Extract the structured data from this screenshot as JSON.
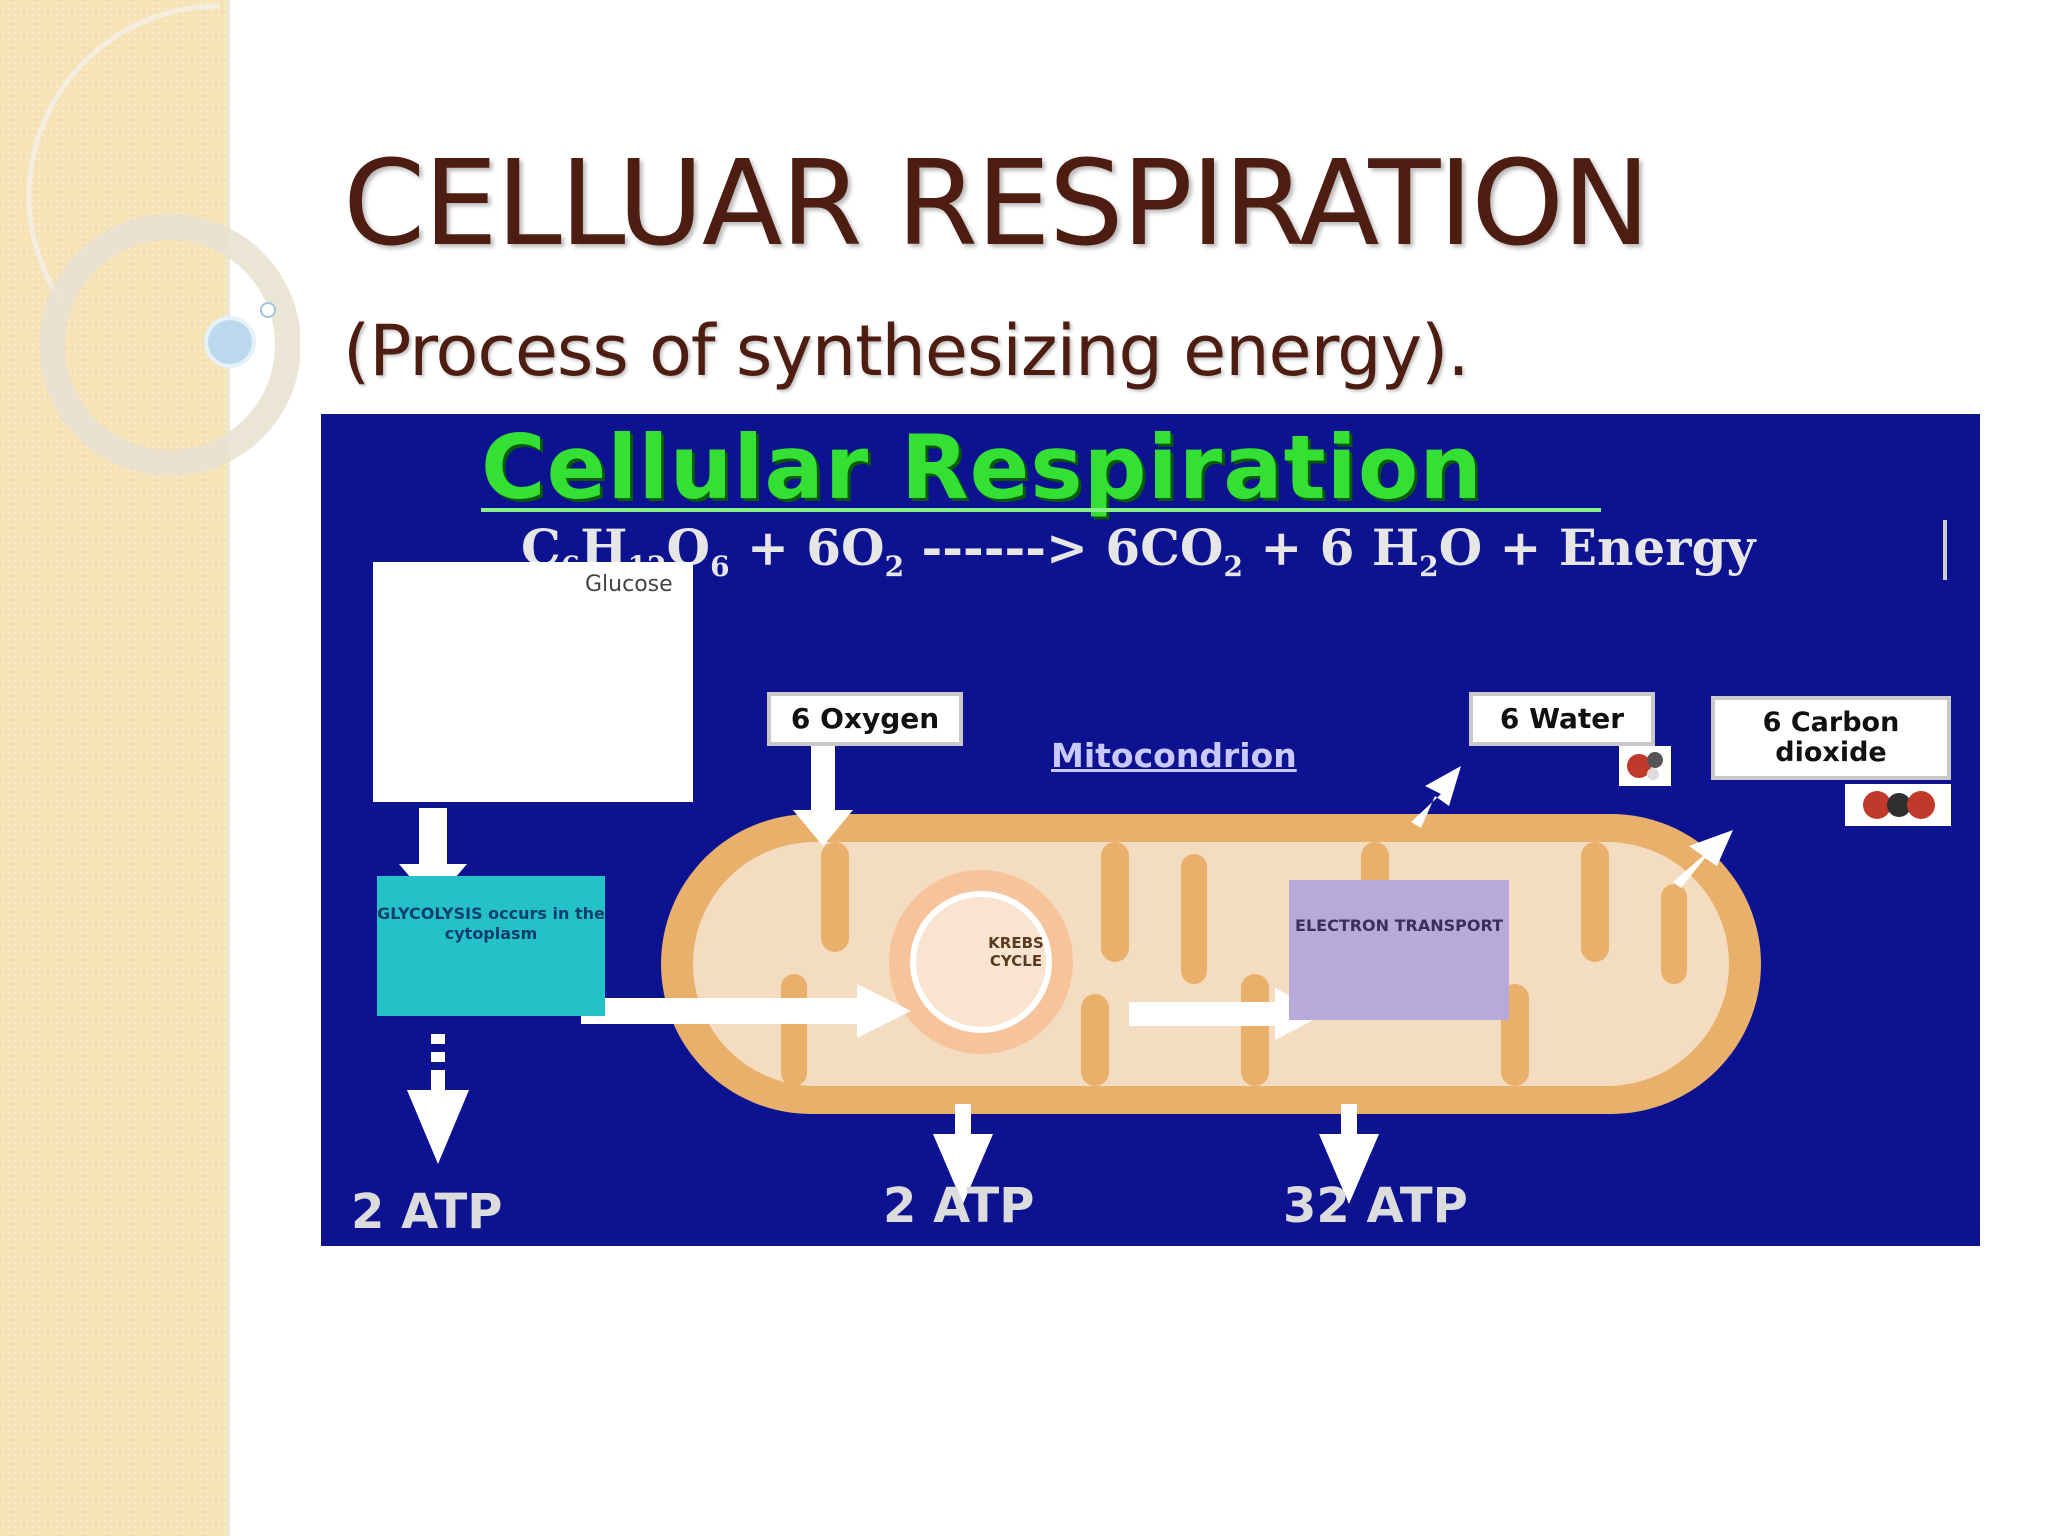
{
  "slide": {
    "title": "CELLUAR RESPIRATION",
    "subtitle": "(Process of synthesizing energy).",
    "colors": {
      "title": "#4e1d12",
      "side_panel": "#f6e2b4",
      "diagram_bg": "#0c1290"
    }
  },
  "diagram": {
    "title": "Cellular Respiration",
    "equation": {
      "c6": "C",
      "s6": "6",
      "h": "H",
      "s12": "12",
      "o": "O",
      "s6b": "6",
      "plus_o2": " + 6O",
      "s2": "2",
      "arrow": "   ------> 6CO",
      "s2b": "2",
      "water": " + 6 H",
      "s2c": "2",
      "rest": "O + Energy"
    },
    "glucose_label": "Glucose",
    "oxygen_label": "6 Oxygen",
    "water_label": "6 Water",
    "co2_label": "6 Carbon dioxide",
    "mitochondrion_label": "Mitocondrion",
    "glycolysis_text": "GLYCOLYSIS occurs in the cytoplasm",
    "krebs_text": "KREBS CYCLE",
    "electron_text": "ELECTRON TRANSPORT",
    "atp": [
      {
        "label": "2 ATP"
      },
      {
        "label": "2 ATP"
      },
      {
        "label": "32 ATP"
      }
    ],
    "icons": [
      "glucose-molecule-icon",
      "water-molecule-icon",
      "carbon-dioxide-molecule-icon"
    ]
  }
}
